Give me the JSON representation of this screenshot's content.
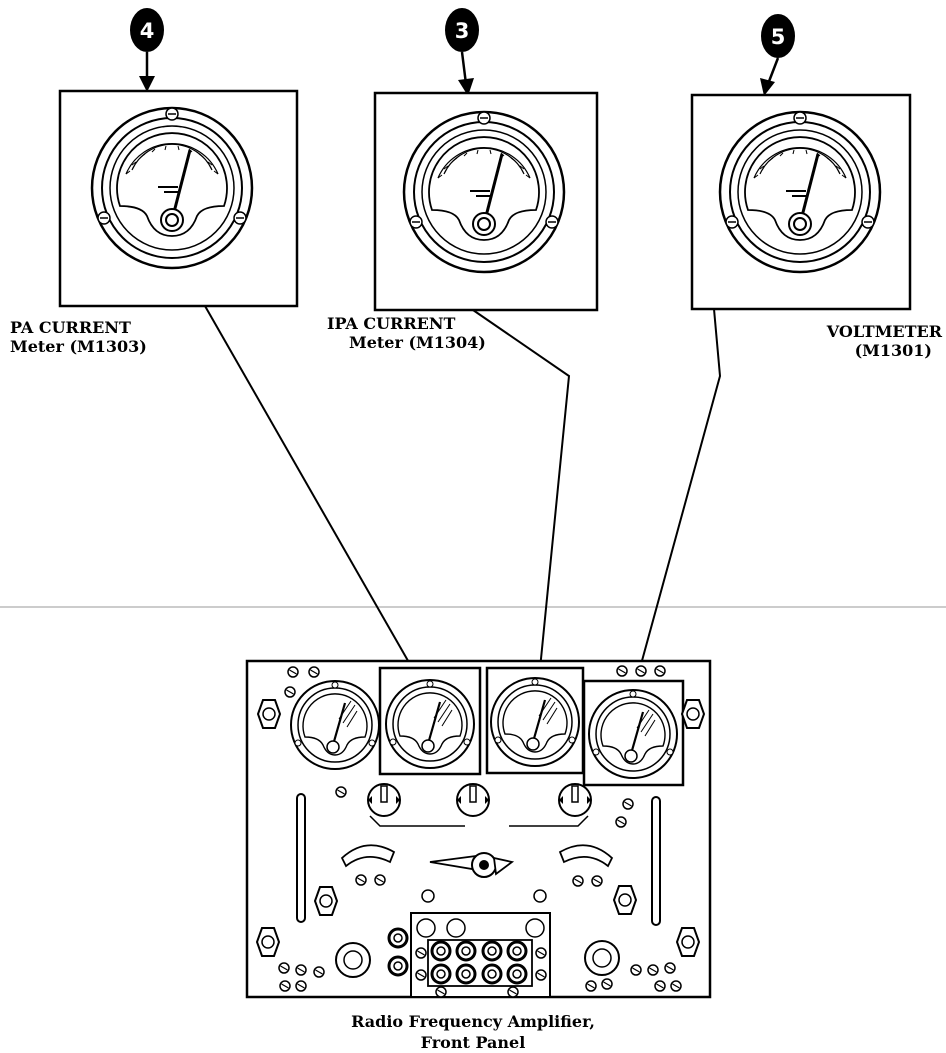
{
  "callouts": [
    {
      "number": "4",
      "meter": "pa"
    },
    {
      "number": "3",
      "meter": "ipa"
    },
    {
      "number": "5",
      "meter": "volt"
    }
  ],
  "labels": {
    "pa": {
      "line1": "PA CURRENT",
      "line2": "Meter (M1303)"
    },
    "ipa": {
      "line1": "IPA CURRENT",
      "line2": "Meter (M1304)"
    },
    "volt": {
      "line1": "VOLTMETER",
      "line2": "(M1301)"
    }
  },
  "caption": {
    "line1": "Radio Frequency Amplifier,",
    "line2": "Front Panel"
  }
}
